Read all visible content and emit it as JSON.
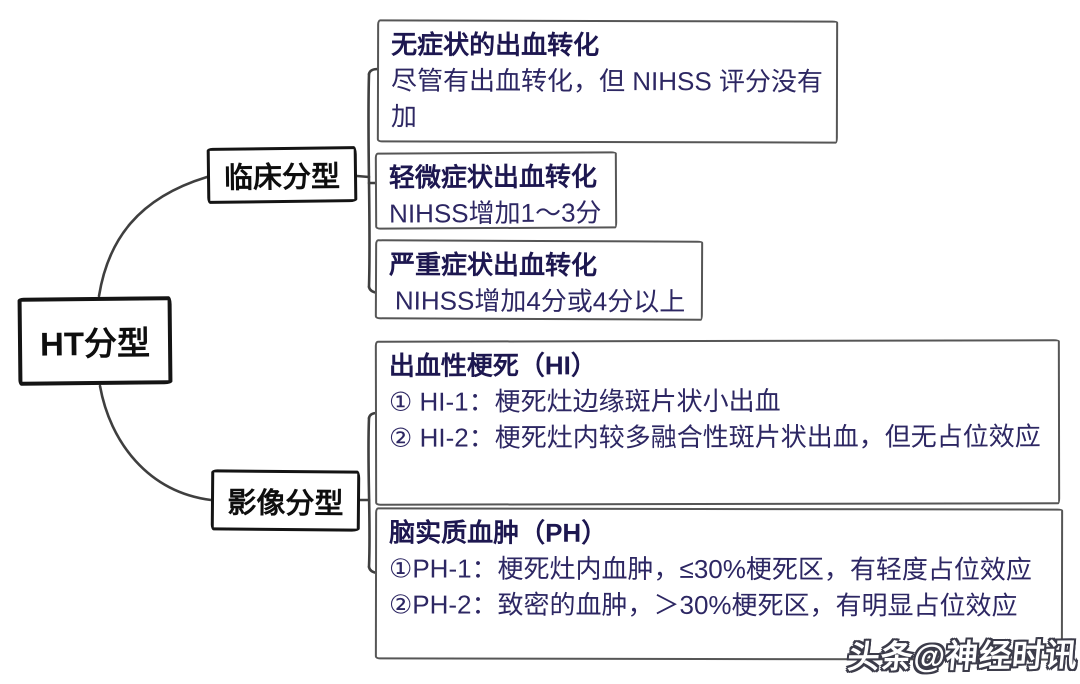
{
  "root": {
    "label": "HT分型"
  },
  "branches": [
    {
      "label": "临床分型",
      "leaves": [
        {
          "title": "无症状的出血转化",
          "body": "尽管有出血转化，但 NIHSS 评分没有加"
        },
        {
          "title": "轻微症状出血转化",
          "body": "NIHSS增加1～3分"
        },
        {
          "title": "严重症状出血转化",
          "body": "NIHSS增加4分或4分以上"
        }
      ]
    },
    {
      "label": "影像分型",
      "leaves": [
        {
          "title": "出血性梗死（HI）",
          "items": [
            "① HI-1：梗死灶边缘斑片状小出血",
            "② HI-2：梗死灶内较多融合性斑片状出血，但无占位效应"
          ]
        },
        {
          "title": "脑实质血肿（PH）",
          "items": [
            "①PH-1：梗死灶内血肿，≤30%梗死区，有轻度占位效应",
            "②PH-2：致密的血肿，＞30%梗死区，有明显占位效应"
          ]
        }
      ]
    }
  ],
  "watermark": {
    "text": "头条@神经时讯"
  },
  "colors": {
    "leaf_title_text": "#1d1750",
    "leaf_body_text": "#2d2763",
    "node_text": "#0e0e0e",
    "node_border": "#141414",
    "leaf_border": "#565656",
    "connector_line": "#3f3f3f",
    "watermark_fill": "#ffffff",
    "watermark_outline": "#3c3c4a",
    "background": "#ffffff"
  }
}
